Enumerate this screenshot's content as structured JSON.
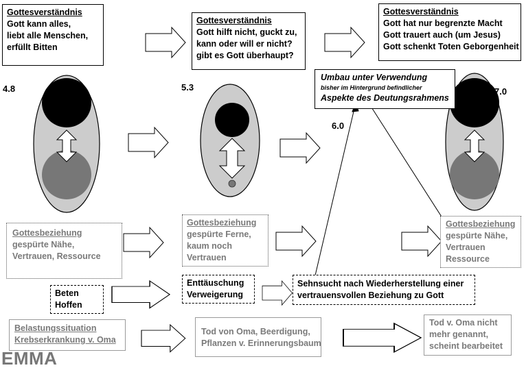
{
  "title": "EMMA",
  "stage_numbers": [
    "4.8",
    "5.3",
    "6.0",
    "7.0"
  ],
  "gottesverstaendnis": [
    {
      "heading": "Gottesverständnis",
      "lines": [
        "Gott kann alles,",
        "liebt alle Menschen,",
        "erfüllt Bitten"
      ]
    },
    {
      "heading": "Gottesverständnis",
      "lines": [
        "Gott hilft nicht, guckt zu,",
        "kann oder will er nicht?",
        "gibt es Gott überhaupt?"
      ]
    },
    {
      "heading": "Gottesverständnis",
      "lines": [
        "Gott hat nur begrenzte Macht",
        "Gott trauert auch (um Jesus)",
        "Gott schenkt Toten Geborgenheit"
      ]
    }
  ],
  "umbau": {
    "line1": "Umbau unter Verwendung",
    "line2": "bisher im Hintergrund befindlicher",
    "line3": "Aspekte des Deutungsrahmens"
  },
  "gottesbeziehung": [
    {
      "heading": "Gottesbeziehung",
      "lines": [
        "gespürte Nähe,",
        "Vertrauen, Ressource"
      ]
    },
    {
      "heading": "Gottesbeziehung",
      "lines": [
        "gespürte Ferne,",
        "kaum noch",
        "Vertrauen"
      ]
    },
    {
      "heading": "Gottesbeziehung",
      "lines": [
        "gespürte Nähe,",
        "Vertrauen",
        "Ressource"
      ]
    }
  ],
  "coping": {
    "beten": [
      "Beten",
      "Hoffen"
    ],
    "enttaeuschung": [
      "Enttäuschung",
      "Verweigerung"
    ],
    "sehnsucht": [
      "Sehnsucht nach Wiederherstellung einer",
      "vertrauensvollen Beziehung zu Gott"
    ]
  },
  "belastung": [
    {
      "heading": "Belastungssituation",
      "lines": [
        "Krebserkrankung v. Oma"
      ]
    },
    {
      "heading": "",
      "lines": [
        "Tod von Oma, Beerdigung,",
        "Pflanzen v. Erinnerungsbaum"
      ]
    },
    {
      "heading": "",
      "lines": [
        "Tod v. Oma nicht",
        "mehr genannt,",
        "scheint bearbeitet"
      ]
    }
  ]
}
